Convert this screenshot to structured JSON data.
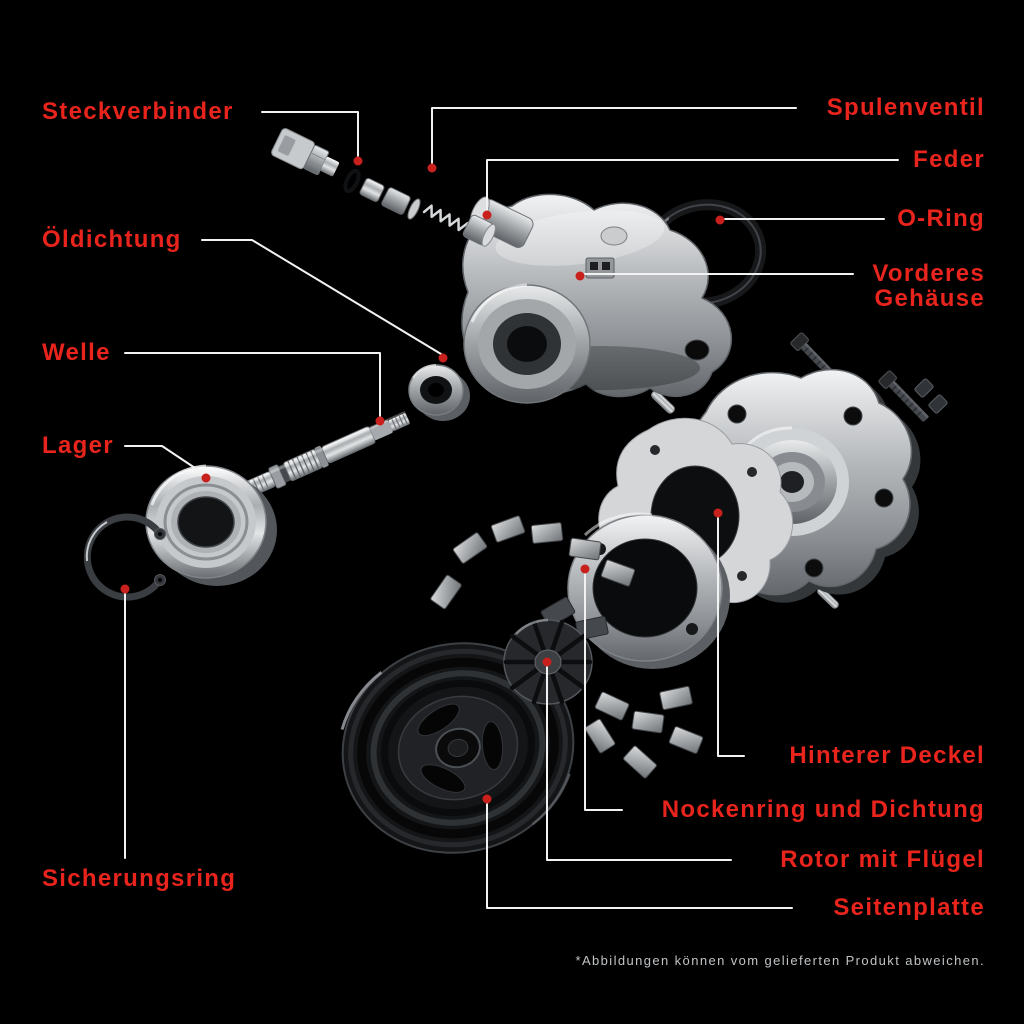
{
  "diagram": {
    "labels": {
      "steckverbinder": "Steckverbinder",
      "spulenventil": "Spulenventil",
      "feder": "Feder",
      "o_ring": "O-Ring",
      "vorderes_gehaeuse": "Vorderes Gehäuse",
      "oeldichtung": "Öldichtung",
      "welle": "Welle",
      "lager": "Lager",
      "sicherungsring": "Sicherungsring",
      "hinterer_deckel": "Hinterer Deckel",
      "nockenring_und_dichtung": "Nockenring und Dichtung",
      "rotor_mit_fluegel": "Rotor mit Flügel",
      "seitenplatte": "Seitenplatte"
    },
    "disclaimer": "*Abbildungen können vom gelieferten Produkt abweichen.",
    "colors": {
      "background": "#000000",
      "label_red": "#e8241c",
      "leader_line": "#f2f2f2",
      "marker_dot": "#c8201c",
      "disclaimer_gray": "#bfc3c6"
    }
  }
}
